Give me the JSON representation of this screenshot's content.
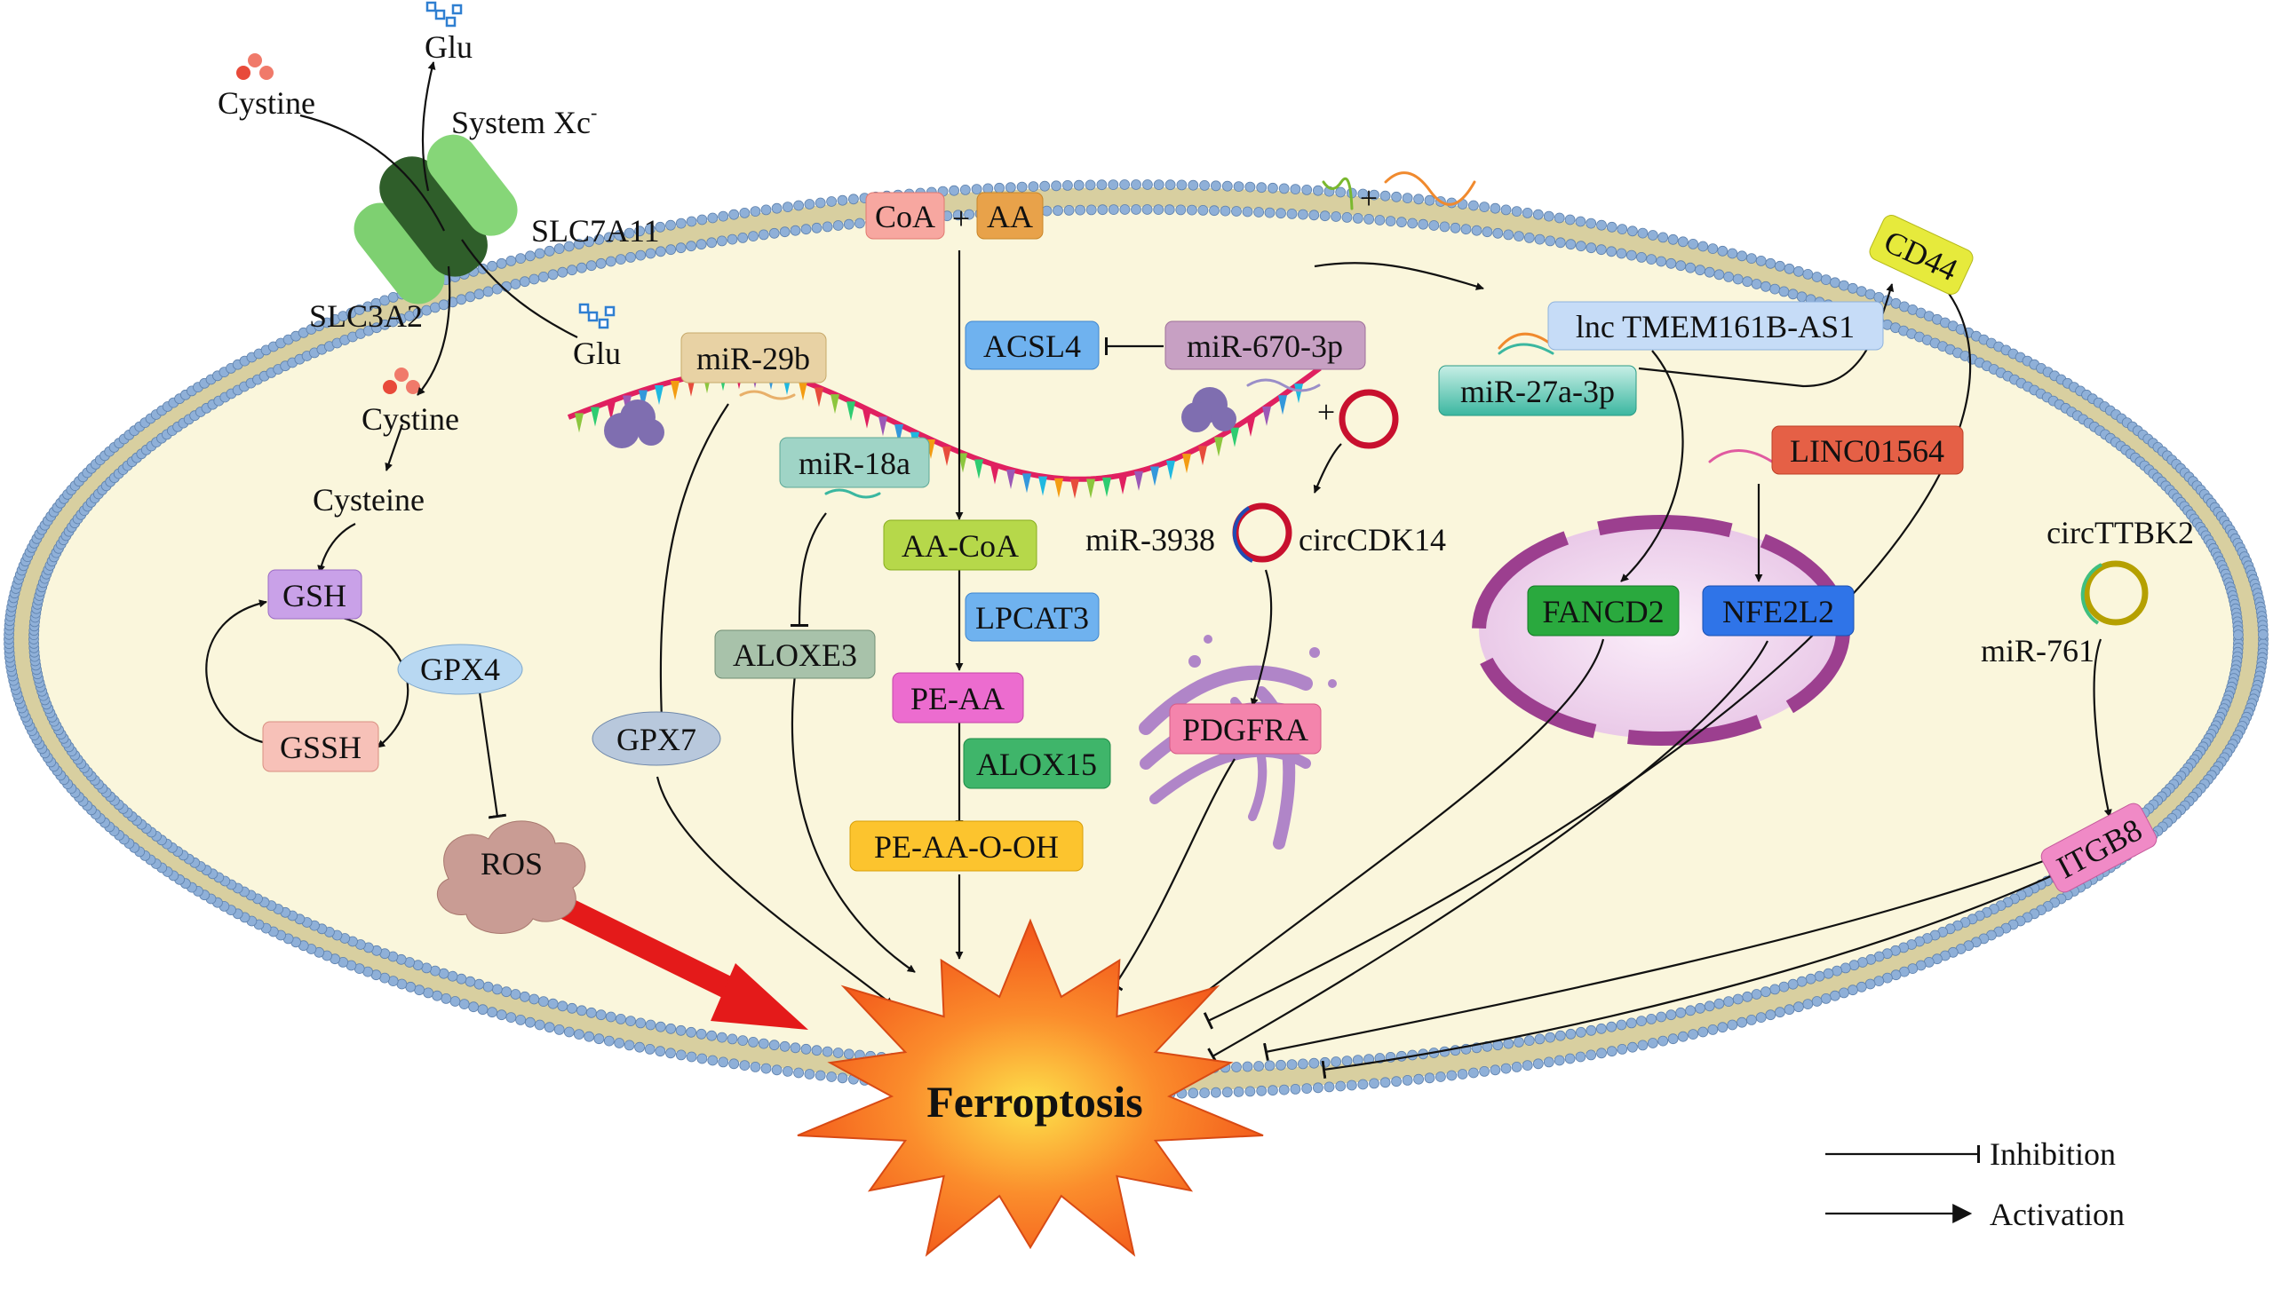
{
  "labels": {
    "glu_top": "Glu",
    "cystine_top": "Cystine",
    "system_xc": "System Xc",
    "system_xc_sup": "-",
    "slc7a11": "SLC7A11",
    "slc3a2": "SLC3A2",
    "glu_inner": "Glu",
    "cystine_inner": "Cystine",
    "cysteine": "Cysteine",
    "mir_3938": "miR-3938",
    "circcdk14": "circCDK14",
    "circttbk2": "circTTBK2",
    "mir_761": "miR-761",
    "plus1": "+",
    "plus2": "+",
    "plus3": "+",
    "ferroptosis": "Ferroptosis"
  },
  "boxes": {
    "coa": "CoA",
    "aa": "AA",
    "acsl4": "ACSL4",
    "mir670": "miR-670-3p",
    "mir29b": "miR-29b",
    "mir18a": "miR-18a",
    "aacoa": "AA-CoA",
    "lpcat3": "LPCAT3",
    "peaa": "PE-AA",
    "alox15": "ALOX15",
    "peaaooh": "PE-AA-O-OH",
    "aloxe3": "ALOXE3",
    "gpx7": "GPX7",
    "gsh": "GSH",
    "gssh": "GSSH",
    "gpx4": "GPX4",
    "ros": "ROS",
    "pdgfra": "PDGFRA",
    "lnc_tmem": "lnc TMEM161B-AS1",
    "mir27a": "miR-27a-3p",
    "cd44": "CD44",
    "linc01564": "LINC01564",
    "fancd2": "FANCD2",
    "nfe2l2": "NFE2L2",
    "itgb8": "ITGB8"
  },
  "legend": {
    "inhibition": "Inhibition",
    "activation": "Activation"
  },
  "colors": {
    "cell_fill": "#faf6dc",
    "membrane_head": "#8fb0d8",
    "transporter": "#7dcf6e",
    "nucleus": "#9c3f8f",
    "burst": "#f25a1a",
    "ros_arrow": "#e41a1a"
  }
}
